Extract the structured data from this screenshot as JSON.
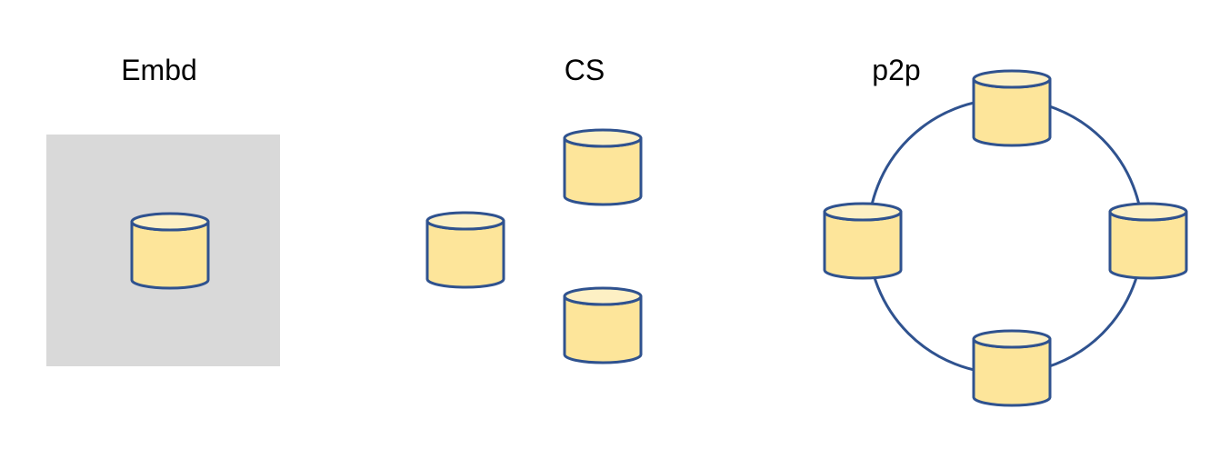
{
  "diagram": {
    "panels": [
      {
        "id": "embedded",
        "title": "Embd"
      },
      {
        "id": "client-server",
        "title": "CS"
      },
      {
        "id": "peer-to-peer",
        "title": "p2p"
      }
    ],
    "colors": {
      "background": "#ffffff",
      "embedded_box": "#d9d9d9",
      "cylinder_fill": "#fde59a",
      "cylinder_top": "#fdf0c4",
      "stroke": "#2f528f",
      "text": "#000000"
    },
    "icons": {
      "node": "database-cylinder-icon"
    }
  }
}
